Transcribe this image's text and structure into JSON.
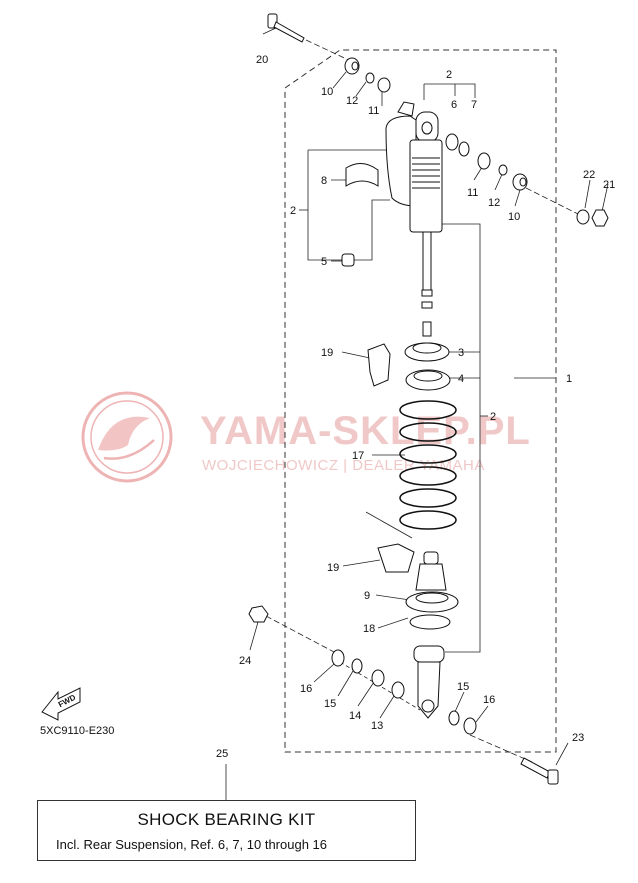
{
  "watermark": {
    "title": "YAMA-SKLEP.PL",
    "subtitle": "WOJCIECHOWICZ | DEALER YAMAHA"
  },
  "diagram_code": "5XC9110-E230",
  "fwd_label": "FWD",
  "kit": {
    "ref": "25",
    "title": "SHOCK BEARING KIT",
    "description": "Incl. Rear Suspension, Ref. 6, 7, 10 through 16"
  },
  "callouts": {
    "c20": "20",
    "c10a": "10",
    "c12a": "12",
    "c11a": "11",
    "c2top": "2",
    "c6": "6",
    "c7": "7",
    "c8": "8",
    "c2left": "2",
    "c5": "5",
    "c11b": "11",
    "c12b": "12",
    "c10b": "10",
    "c22": "22",
    "c21": "21",
    "c3": "3",
    "c4": "4",
    "c19a": "19",
    "c1": "1",
    "c2right": "2",
    "c17": "17",
    "c19b": "19",
    "c9": "9",
    "c18": "18",
    "c24": "24",
    "c16a": "16",
    "c15a": "15",
    "c14": "14",
    "c13": "13",
    "c15b": "15",
    "c16b": "16",
    "c23": "23"
  },
  "colors": {
    "line": "#222222",
    "watermark": "#f0c8c8",
    "logo": "#e9a8a8"
  }
}
